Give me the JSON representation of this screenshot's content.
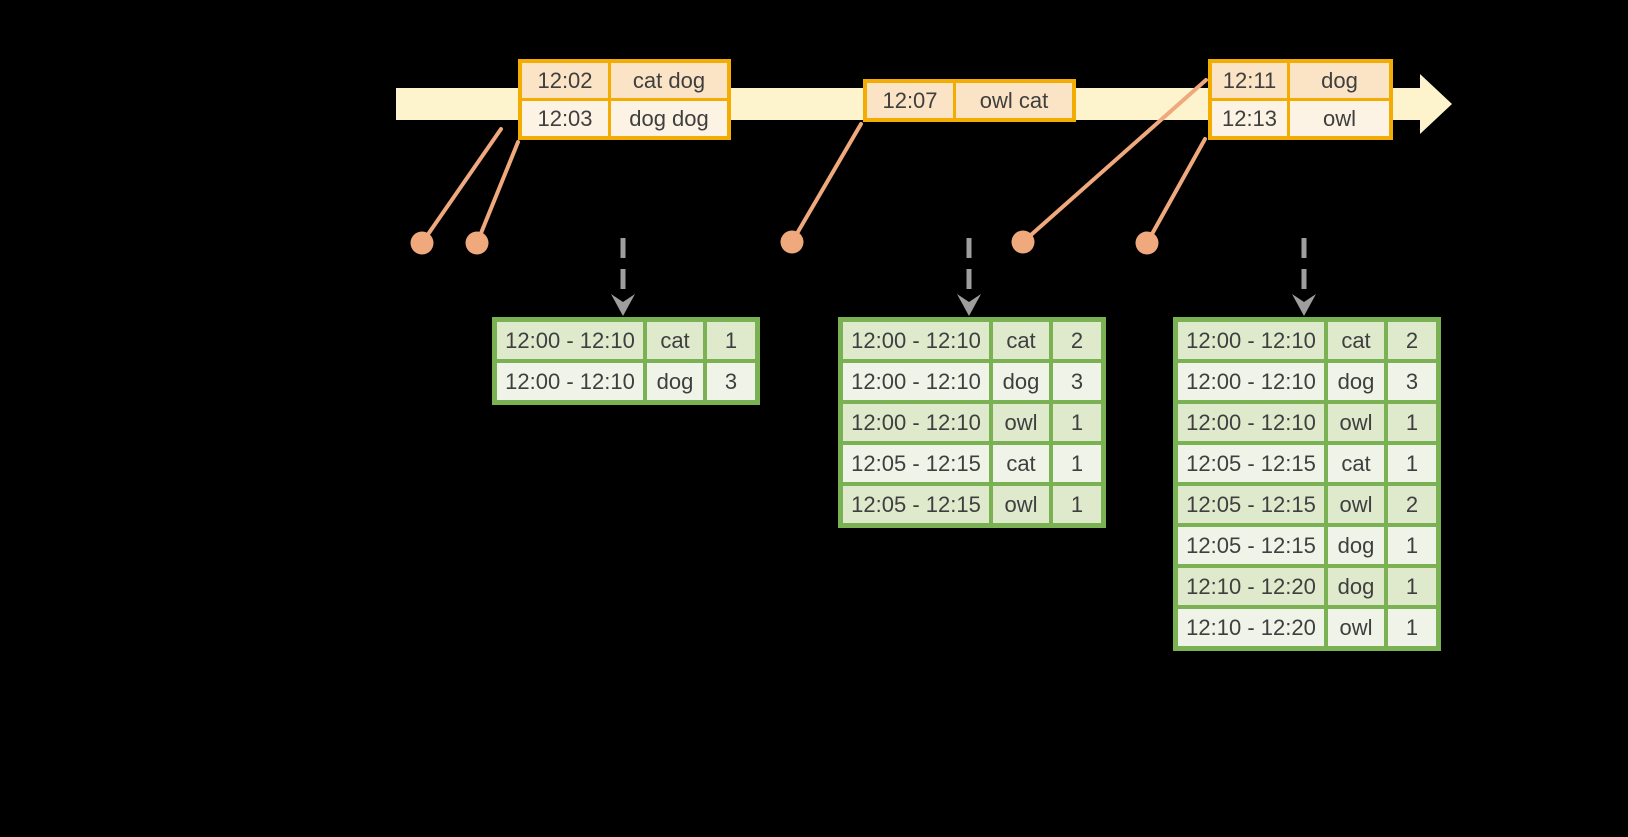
{
  "colors": {
    "bg": "#000000",
    "text": "#3f3f3f",
    "timeline_fill": "#fdf3cc",
    "event_border": "#f3ac01",
    "event_dark": "#fbe3c5",
    "event_light": "#fdf3e4",
    "result_border": "#7ab152",
    "result_dark": "#dfeacd",
    "result_light": "#f0f4e8",
    "accent_salmon": "#f0a87d",
    "arrow_gray": "#9e9e9e"
  },
  "event_tables": [
    {
      "name": "events-batch-1",
      "rows": [
        {
          "time": "12:02",
          "words": "cat dog"
        },
        {
          "time": "12:03",
          "words": "dog dog"
        }
      ]
    },
    {
      "name": "events-batch-2",
      "rows": [
        {
          "time": "12:07",
          "words": "owl cat"
        }
      ]
    },
    {
      "name": "events-batch-3",
      "rows": [
        {
          "time": "12:11",
          "words": "dog"
        },
        {
          "time": "12:13",
          "words": "owl"
        }
      ]
    }
  ],
  "result_tables": [
    {
      "name": "windowed-counts-1",
      "rows": [
        {
          "window": "12:00 - 12:10",
          "word": "cat",
          "count": "1"
        },
        {
          "window": "12:00 - 12:10",
          "word": "dog",
          "count": "3"
        }
      ]
    },
    {
      "name": "windowed-counts-2",
      "rows": [
        {
          "window": "12:00 - 12:10",
          "word": "cat",
          "count": "2"
        },
        {
          "window": "12:00 - 12:10",
          "word": "dog",
          "count": "3"
        },
        {
          "window": "12:00 - 12:10",
          "word": "owl",
          "count": "1"
        },
        {
          "window": "12:05 - 12:15",
          "word": "cat",
          "count": "1"
        },
        {
          "window": "12:05 - 12:15",
          "word": "owl",
          "count": "1"
        }
      ]
    },
    {
      "name": "windowed-counts-3",
      "rows": [
        {
          "window": "12:00 - 12:10",
          "word": "cat",
          "count": "2"
        },
        {
          "window": "12:00 - 12:10",
          "word": "dog",
          "count": "3"
        },
        {
          "window": "12:00 - 12:10",
          "word": "owl",
          "count": "1"
        },
        {
          "window": "12:05 - 12:15",
          "word": "cat",
          "count": "1"
        },
        {
          "window": "12:05 - 12:15",
          "word": "owl",
          "count": "2"
        },
        {
          "window": "12:05 - 12:15",
          "word": "dog",
          "count": "1"
        },
        {
          "window": "12:10 - 12:20",
          "word": "dog",
          "count": "1"
        },
        {
          "window": "12:10 - 12:20",
          "word": "owl",
          "count": "1"
        }
      ]
    }
  ]
}
